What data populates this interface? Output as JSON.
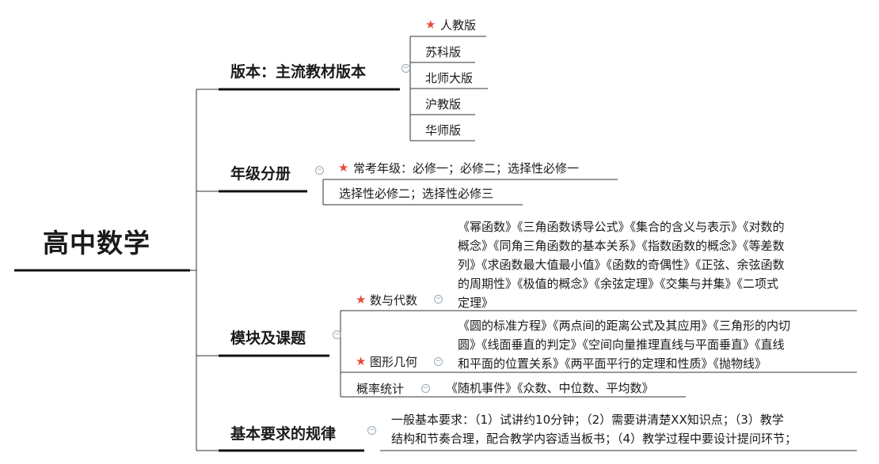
{
  "colors": {
    "star": "#e74c3c",
    "line": "#333333",
    "thick_line": "#111111"
  },
  "icons": {
    "star": "★",
    "collapse": "−"
  },
  "root": {
    "label": "高中数学"
  },
  "branches": {
    "version": {
      "label": "版本：主流教材版本",
      "items": [
        "人教版",
        "苏科版",
        "北师大版",
        "沪教版",
        "华师版"
      ],
      "starred_index": 0
    },
    "grade": {
      "label": "年级分册",
      "items": [
        "常考年级：必修一；必修二；选择性必修一",
        "选择性必修二；选择性必修三"
      ],
      "starred_index": 0
    },
    "modules": {
      "label": "模块及课题",
      "algebra": {
        "label": "数与代数",
        "lines": [
          "《幂函数》《三角函数诱导公式》《集合的含义与表示》《对数的",
          "概念》《同角三角函数的基本关系》《指数函数的概念》《等差数",
          "列》《求函数最大值最小值》《函数的奇偶性》《正弦、余弦函数",
          "的周期性》《极值的概念》《余弦定理》《交集与并集》《二项式",
          "定理》"
        ]
      },
      "geometry": {
        "label": "图形几何",
        "lines": [
          "《圆的标准方程》《两点间的距离公式及其应用》《三角形的内切",
          "圆》《线面垂直的判定》《空间向量推理直线与平面垂直》《直线",
          "和平面的位置关系》《两平面平行的定理和性质》《抛物线》"
        ]
      },
      "probability": {
        "label": "概率统计",
        "lines": [
          "《随机事件》《众数、中位数、平均数》"
        ]
      }
    },
    "requirements": {
      "label": "基本要求的规律",
      "lines": [
        "一般基本要求：（1）试讲约10分钟；（2）需要讲清楚XX知识点；（3）教学",
        "结构和节奏合理，配合教学内容适当板书；（4）教学过程中要设计提问环节；"
      ]
    }
  }
}
